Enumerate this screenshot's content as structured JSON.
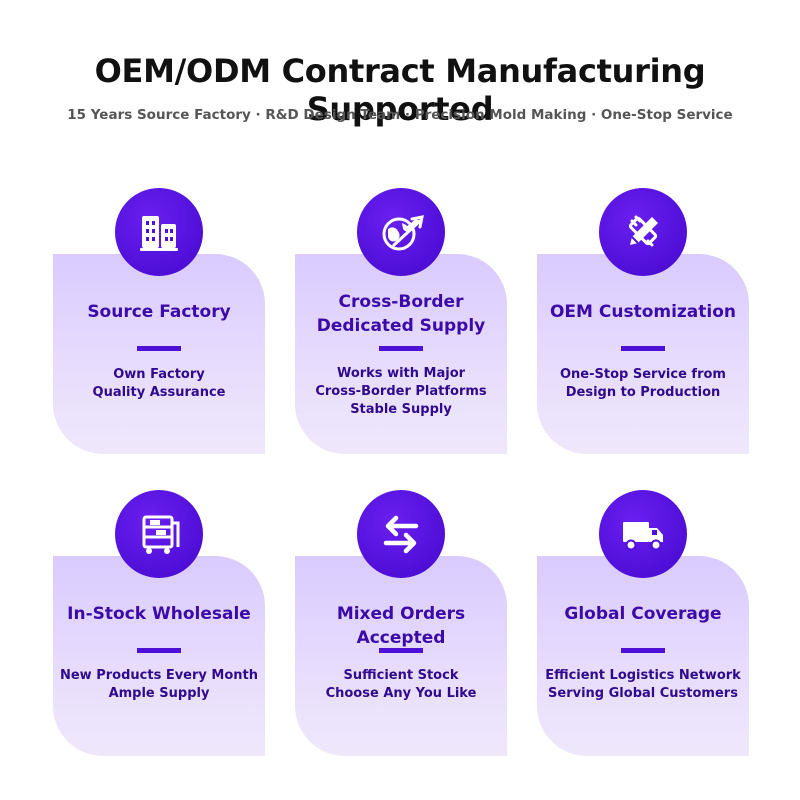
{
  "header": {
    "title": "OEM/ODM Contract Manufacturing Supported",
    "subtitle": "15 Years Source Factory · R&D Design Team · Precision Mold Making · One-Stop Service"
  },
  "colors": {
    "accent": "#5010dc",
    "title_text": "#3b0aa8",
    "card_bg": "#e3d6fd"
  },
  "cards": [
    {
      "icon": "factory-building-icon",
      "title_lines": [
        "Source Factory"
      ],
      "desc_lines": [
        "Own Factory",
        "Quality Assurance"
      ]
    },
    {
      "icon": "globe-airplane-icon",
      "title_lines": [
        "Cross-Border",
        "Dedicated Supply"
      ],
      "desc_lines": [
        "Works with Major",
        "Cross-Border Platforms",
        "Stable Supply"
      ]
    },
    {
      "icon": "pencil-ruler-icon",
      "title_lines": [
        "OEM Customization"
      ],
      "desc_lines": [
        "One-Stop Service from",
        "Design to Production"
      ]
    },
    {
      "icon": "warehouse-shelf-cart-icon",
      "title_lines": [
        "In-Stock Wholesale"
      ],
      "desc_lines": [
        "New Products Every Month",
        "Ample Supply"
      ]
    },
    {
      "icon": "swap-arrows-icon",
      "title_lines": [
        "Mixed Orders Accepted"
      ],
      "desc_lines": [
        "Sufficient Stock",
        "Choose Any You Like"
      ]
    },
    {
      "icon": "delivery-truck-icon",
      "title_lines": [
        "Global Coverage"
      ],
      "desc_lines": [
        "Efficient Logistics Network",
        "Serving Global Customers"
      ]
    }
  ]
}
